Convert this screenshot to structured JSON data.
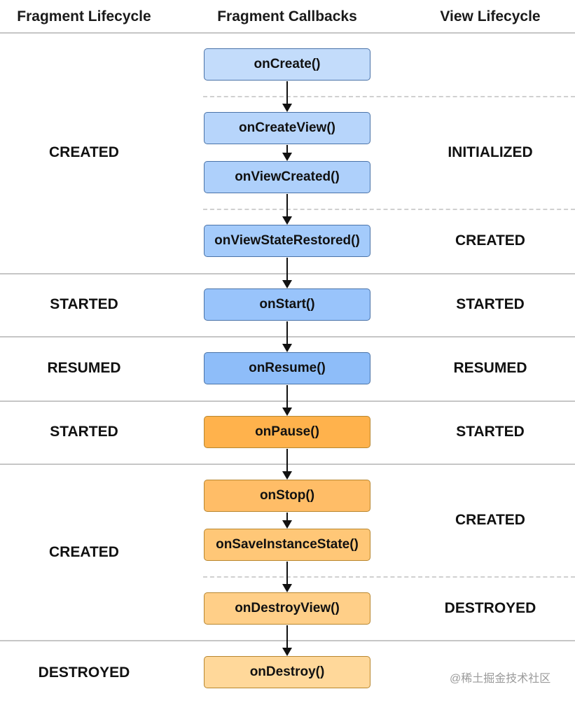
{
  "headers": {
    "fragment_lifecycle": "Fragment Lifecycle",
    "fragment_callbacks": "Fragment Callbacks",
    "view_lifecycle": "View Lifecycle"
  },
  "fragment_states": [
    "CREATED",
    "STARTED",
    "RESUMED",
    "STARTED",
    "CREATED",
    "DESTROYED"
  ],
  "view_states": [
    "INITIALIZED",
    "CREATED",
    "STARTED",
    "RESUMED",
    "STARTED",
    "CREATED",
    "DESTROYED"
  ],
  "callbacks": [
    {
      "label": "onCreate()",
      "color": "#c3dcfb"
    },
    {
      "label": "onCreateView()",
      "color": "#b7d5fb"
    },
    {
      "label": "onViewCreated()",
      "color": "#aed0fb"
    },
    {
      "label": "onViewStateRestored()",
      "color": "#a4cbfb"
    },
    {
      "label": "onStart()",
      "color": "#99c4fb"
    },
    {
      "label": "onResume()",
      "color": "#8ebdf9"
    },
    {
      "label": "onPause()",
      "color": "#ffb24c"
    },
    {
      "label": "onStop()",
      "color": "#ffbd67"
    },
    {
      "label": "onSaveInstanceState()",
      "color": "#ffc777"
    },
    {
      "label": "onDestroyView()",
      "color": "#ffcf88"
    },
    {
      "label": "onDestroy()",
      "color": "#ffd89a"
    }
  ],
  "watermark": "@稀土掘金技术社区"
}
